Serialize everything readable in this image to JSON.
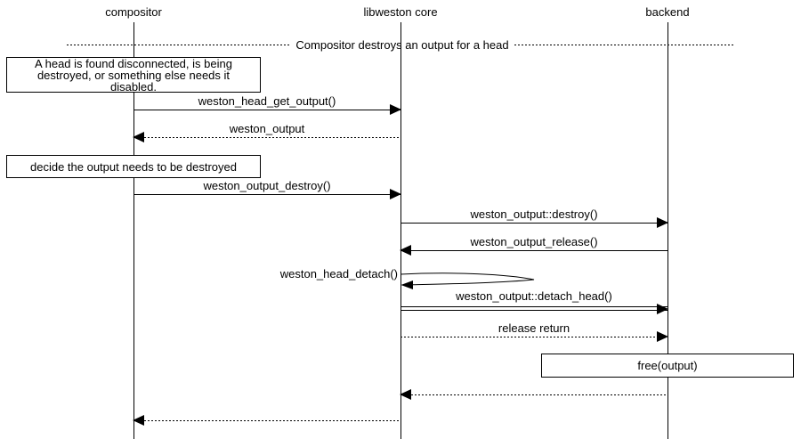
{
  "colors": {
    "line": "#000000",
    "background": "#ffffff",
    "text": "#000000"
  },
  "actors": [
    {
      "label": "compositor"
    },
    {
      "label": "libweston core"
    },
    {
      "label": "backend"
    }
  ],
  "divider": {
    "label": "Compositor destroys an output for a head"
  },
  "notes": [
    {
      "lines": [
        "A head is found disconnected, is being",
        "destroyed, or something else needs it",
        "disabled."
      ]
    },
    {
      "lines": [
        "decide the output needs to be destroyed"
      ]
    },
    {
      "lines": [
        "free(output)"
      ]
    }
  ],
  "messages": [
    {
      "label": "weston_head_get_output()",
      "from": "compositor",
      "to": "libweston core",
      "line": "solid"
    },
    {
      "label": "weston_output",
      "from": "libweston core",
      "to": "compositor",
      "line": "dotted"
    },
    {
      "label": "weston_output_destroy()",
      "from": "compositor",
      "to": "libweston core",
      "line": "solid"
    },
    {
      "label": "weston_output::destroy()",
      "from": "libweston core",
      "to": "backend",
      "line": "solid"
    },
    {
      "label": "weston_output_release()",
      "from": "backend",
      "to": "libweston core",
      "line": "solid"
    },
    {
      "label": "weston_head_detach()",
      "from": "libweston core",
      "to": "libweston core",
      "line": "self"
    },
    {
      "label": "weston_output::detach_head()",
      "from": "libweston core",
      "to": "backend",
      "line": "double"
    },
    {
      "label": "release return",
      "from": "libweston core",
      "to": "backend",
      "line": "dotted"
    },
    {
      "label": "",
      "from": "backend",
      "to": "libweston core",
      "line": "dotted"
    },
    {
      "label": "",
      "from": "libweston core",
      "to": "compositor",
      "line": "dotted"
    }
  ]
}
